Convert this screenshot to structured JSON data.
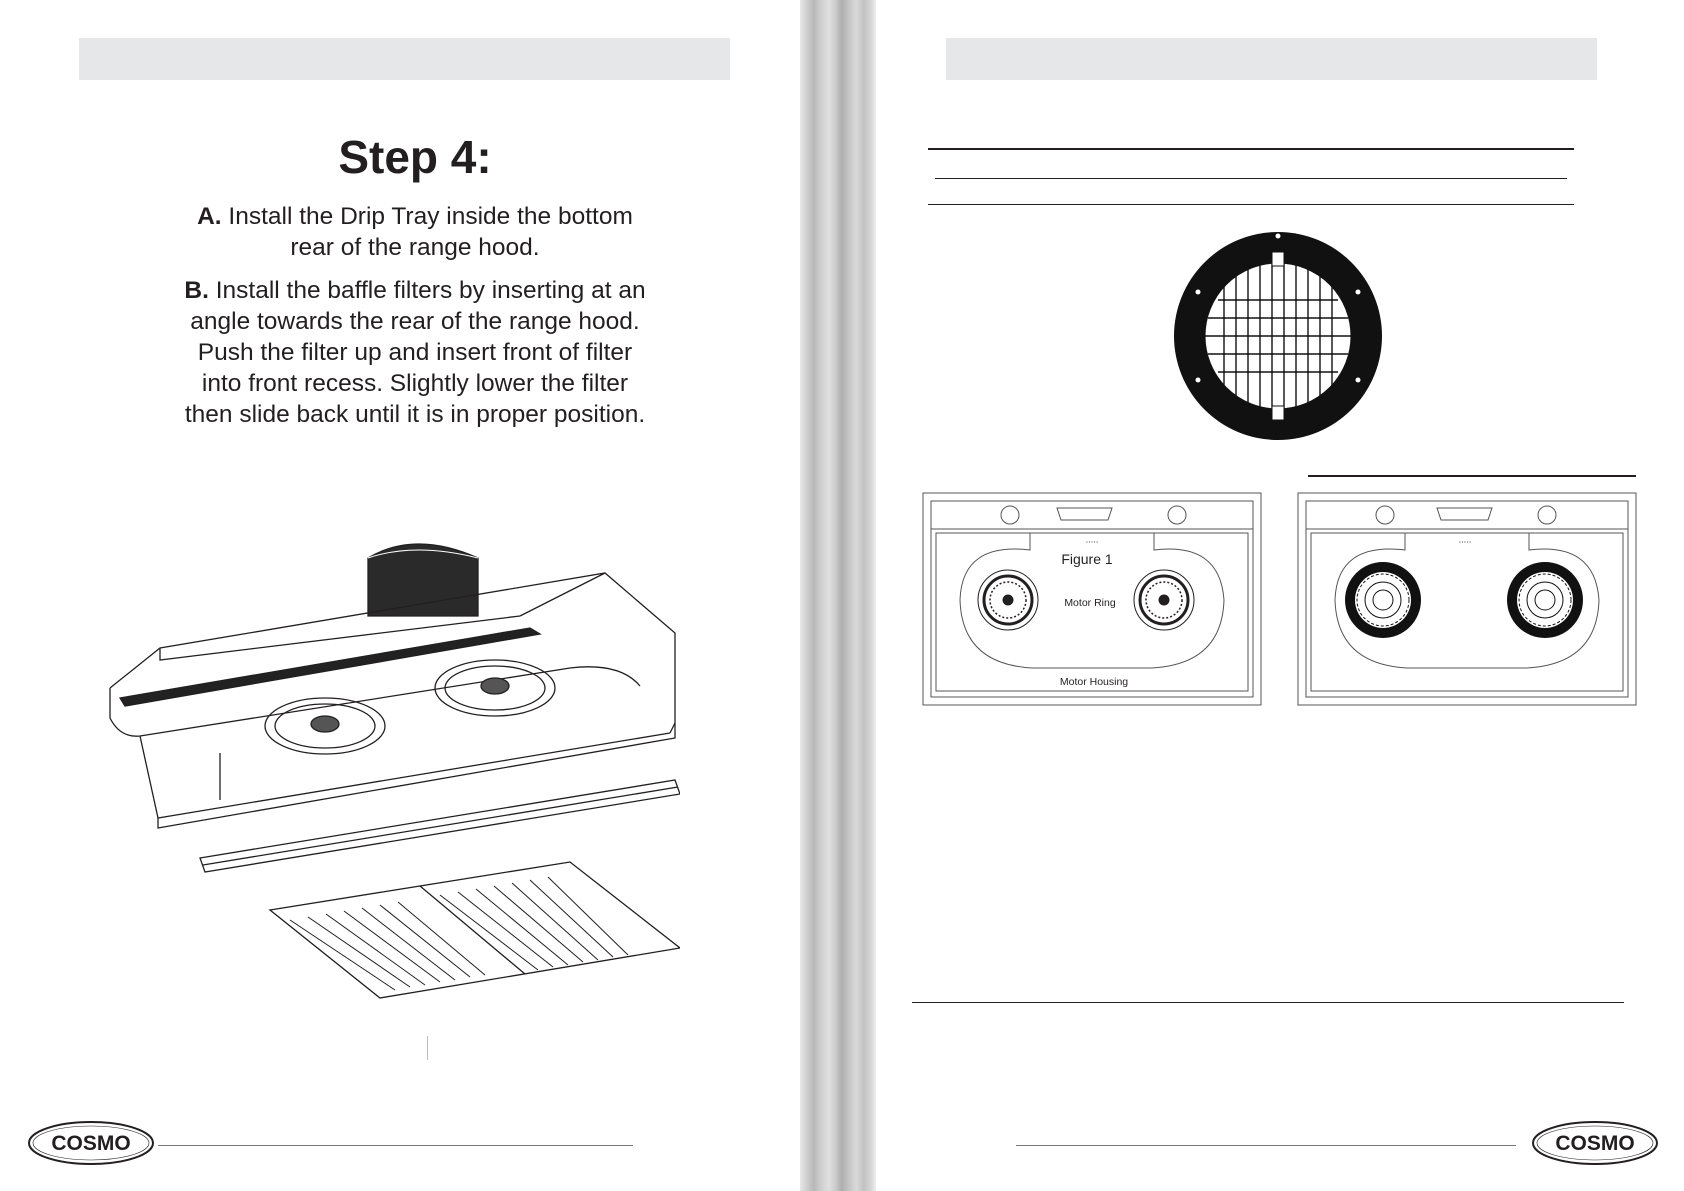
{
  "left_page": {
    "step_title": "Step 4:",
    "para_a": {
      "label": "A.",
      "lines": [
        "Install the Drip Tray inside the bottom",
        "rear of the range hood."
      ]
    },
    "para_b": {
      "label": "B.",
      "lines": [
        "Install the baffle filters by inserting at an",
        "angle towards the rear of the range hood.",
        "Push the filter up and insert front of filter",
        "into front recess. Slightly lower the filter",
        "then slide back until it is in proper position."
      ]
    },
    "logo_text": "COSMO"
  },
  "right_page": {
    "figure_1": {
      "title": "Figure 1",
      "motor_ring_label": "Motor Ring",
      "motor_housing_label": "Motor Housing"
    },
    "logo_text": "COSMO"
  },
  "colors": {
    "ink": "#231f20",
    "header_bar": "#e6e7e8",
    "spine": "#c0c0c0"
  }
}
